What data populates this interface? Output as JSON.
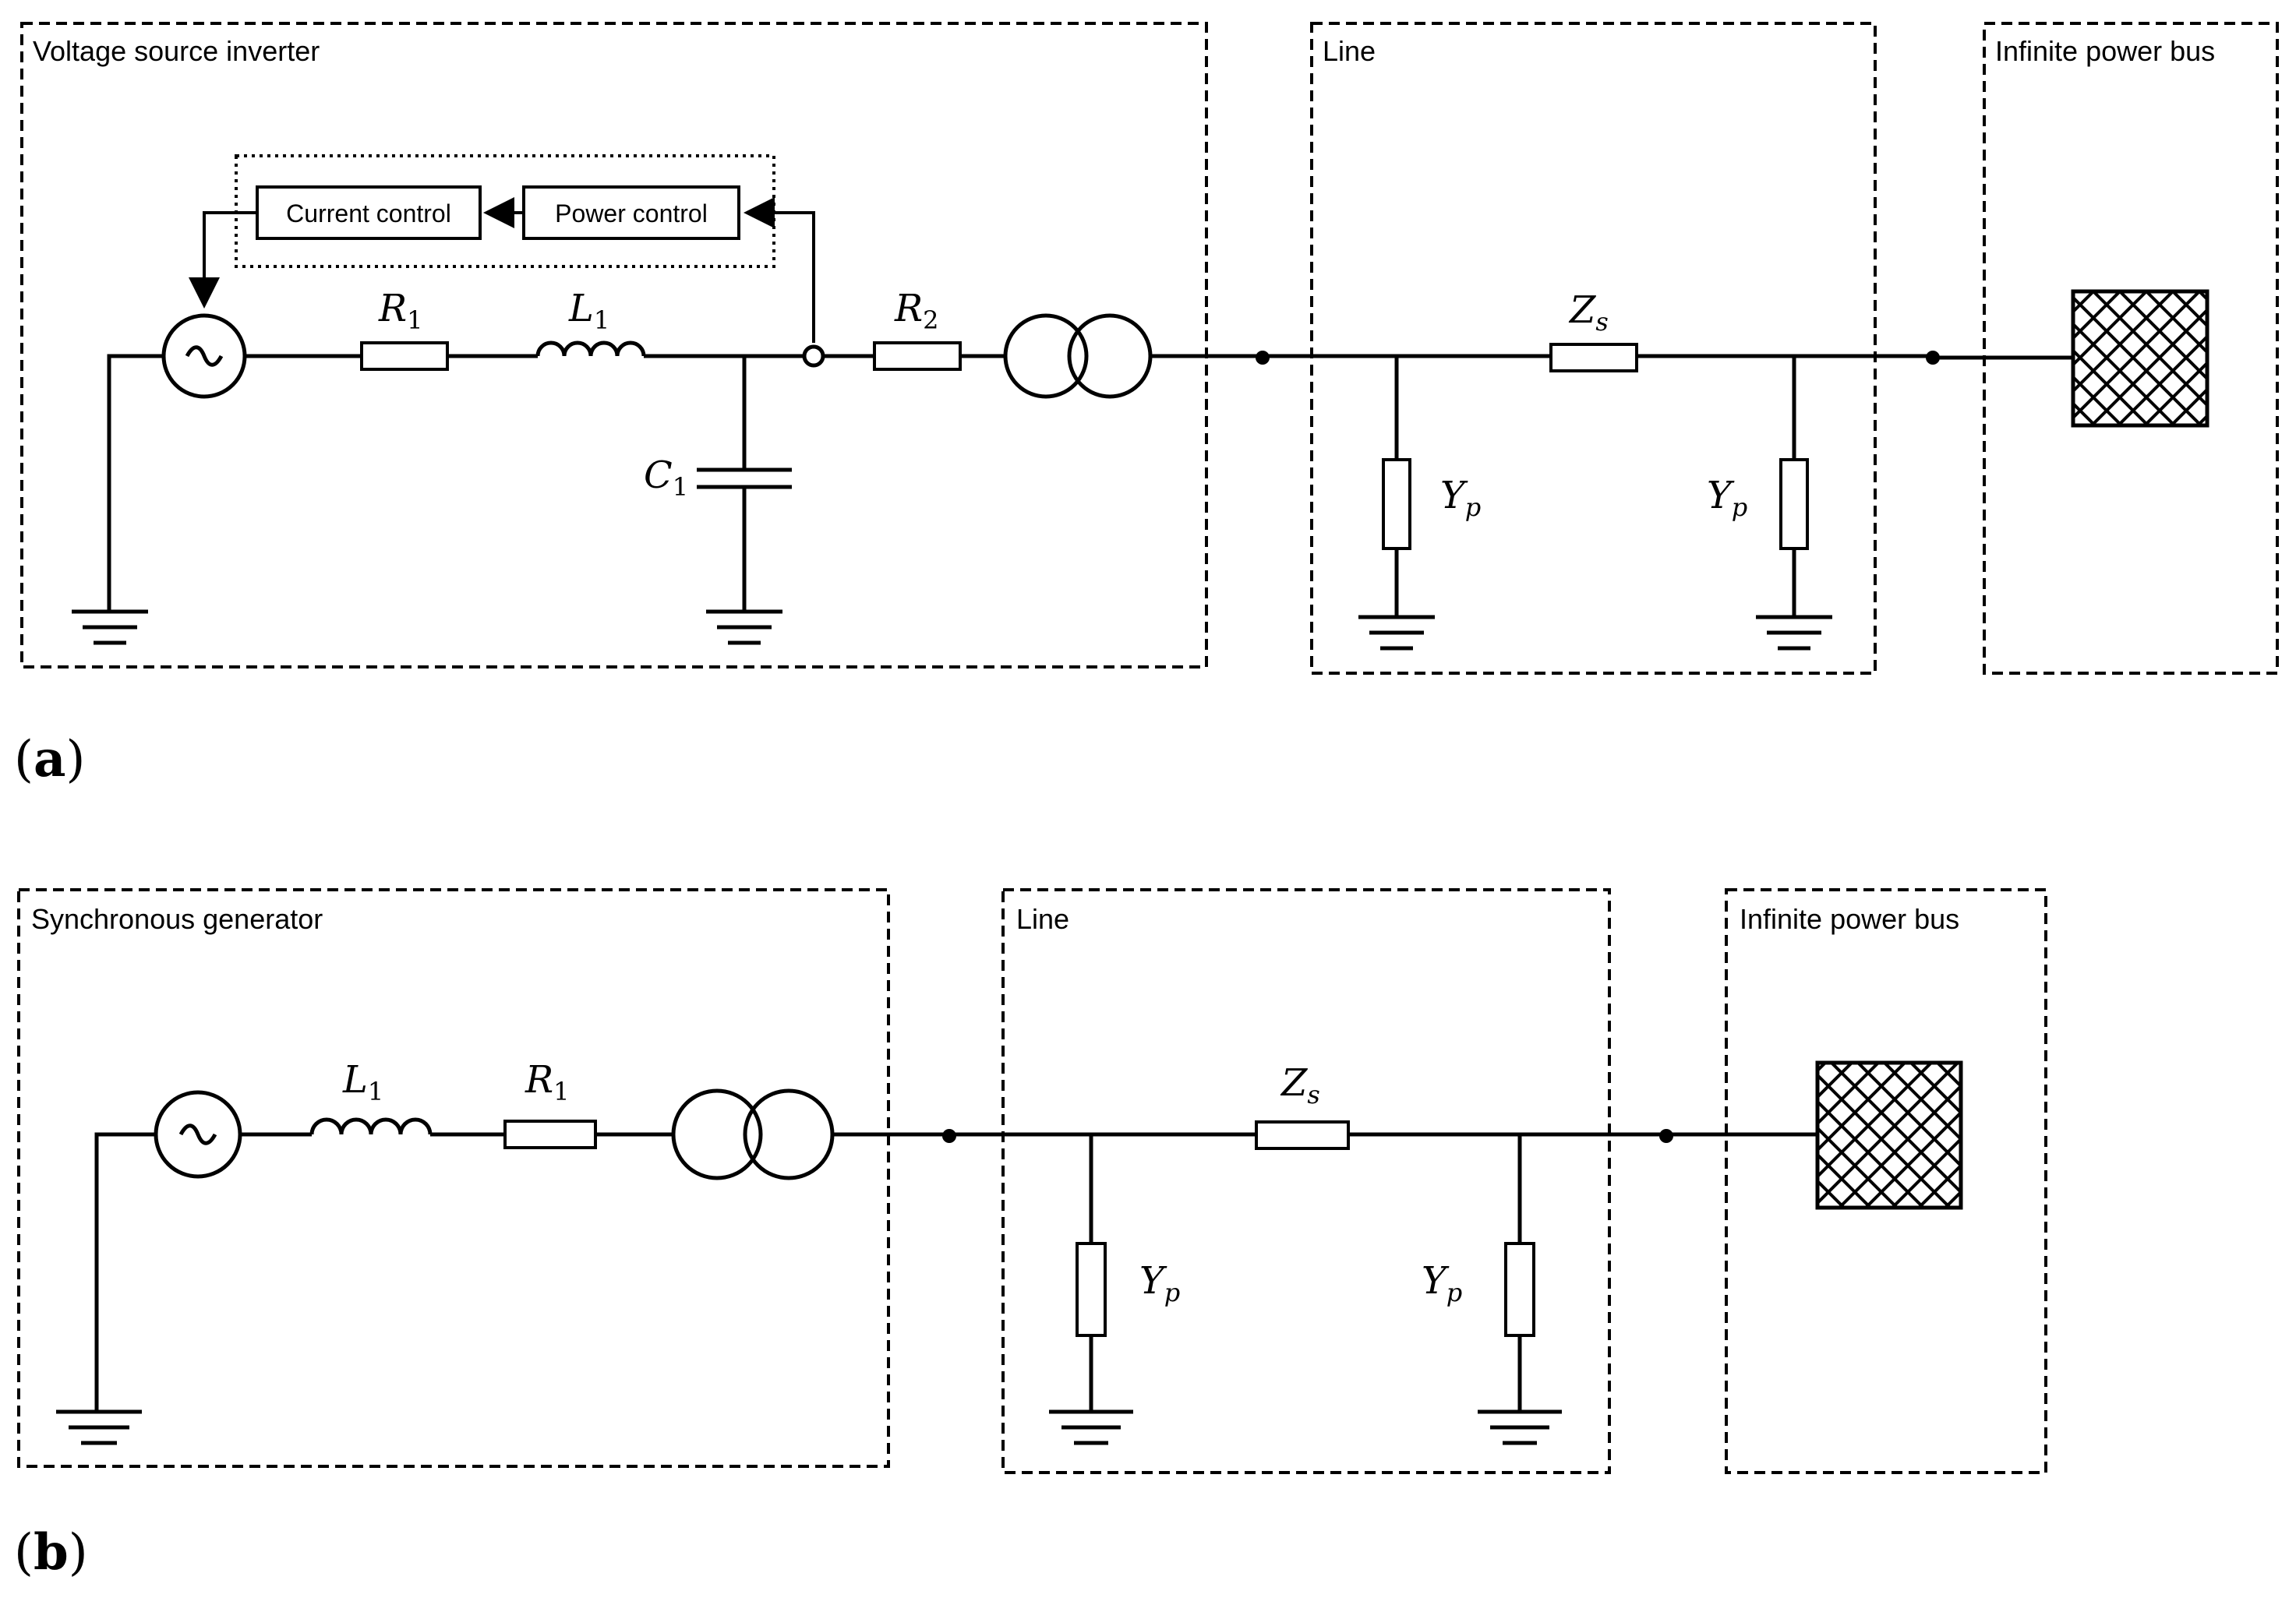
{
  "panel_a": {
    "tag_open": "(",
    "tag_letter": "a",
    "tag_close": ")",
    "inverter_title": "Voltage source inverter",
    "line_title": "Line",
    "bus_title": "Infinite power bus",
    "current_control": "Current control",
    "power_control": "Power control",
    "r1": {
      "sym": "R",
      "sub": "1"
    },
    "l1": {
      "sym": "L",
      "sub": "1"
    },
    "c1": {
      "sym": "C",
      "sub": "1"
    },
    "r2": {
      "sym": "R",
      "sub": "2"
    },
    "zs": {
      "sym": "Z",
      "sub": "s"
    },
    "yp_left": {
      "sym": "Y",
      "sub": "p"
    },
    "yp_right": {
      "sym": "Y",
      "sub": "p"
    }
  },
  "panel_b": {
    "tag_open": "(",
    "tag_letter": "b",
    "tag_close": ")",
    "generator_title": "Synchronous generator",
    "line_title": "Line",
    "bus_title": "Infinite power bus",
    "l1": {
      "sym": "L",
      "sub": "1"
    },
    "r1": {
      "sym": "R",
      "sub": "1"
    },
    "zs": {
      "sym": "Z",
      "sub": "s"
    },
    "yp_left": {
      "sym": "Y",
      "sub": "p"
    },
    "yp_right": {
      "sym": "Y",
      "sub": "p"
    }
  }
}
